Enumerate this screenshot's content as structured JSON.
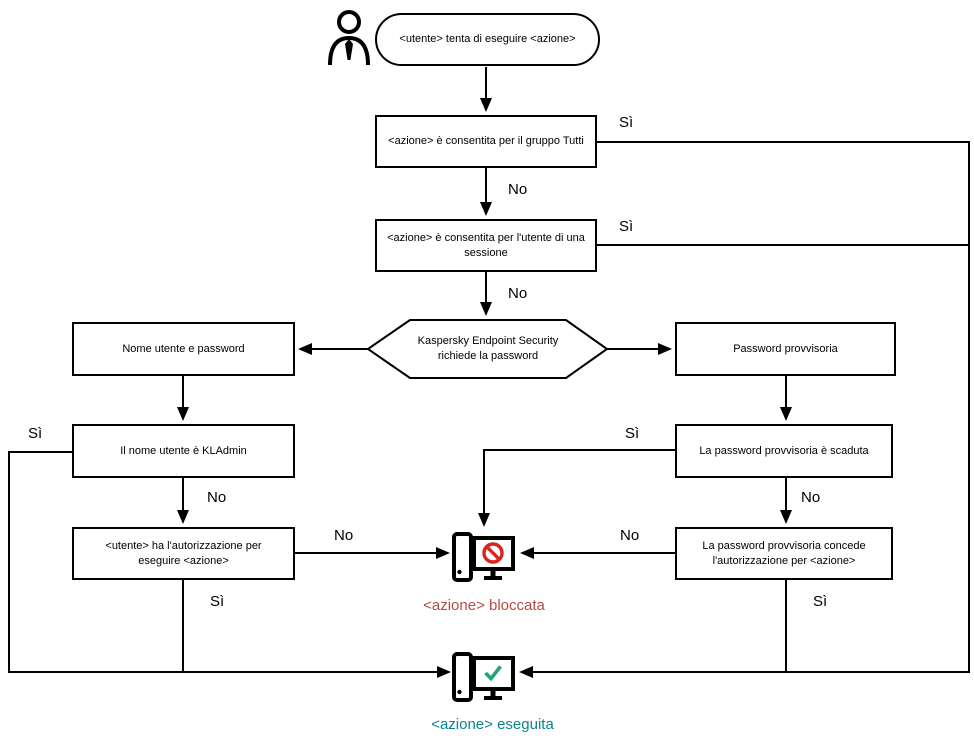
{
  "nodes": {
    "start": "<utente> tenta di eseguire <azione>",
    "group_check": "<azione> è consentita per il gruppo Tutti",
    "session_check": "<azione> è consentita per l'utente di una sessione",
    "password_prompt": "Kaspersky Endpoint Security richiede la password",
    "username_password": "Nome utente e password",
    "temp_password": "Password provvisoria",
    "kladmin_check": "Il nome utente è KLAdmin",
    "user_permission_check": "<utente> ha l'autorizzazione per eseguire <azione>",
    "temp_password_expired": "La password provvisoria è scaduta",
    "temp_password_grants": "La password provvisoria concede l'autorizzazione per <azione>"
  },
  "edge_labels": {
    "yes": "Sì",
    "no": "No"
  },
  "status": {
    "blocked": "<azione> bloccata",
    "executed": "<azione> eseguita"
  },
  "colors": {
    "line": "#000000",
    "blocked_text": "#b84a45",
    "executed_text": "#08858f",
    "prohibition_icon": "#d8261e",
    "check_icon": "#21a572"
  },
  "icons": {
    "actor": "actor-icon",
    "blocked": "computer-blocked-icon",
    "executed": "computer-check-icon"
  }
}
